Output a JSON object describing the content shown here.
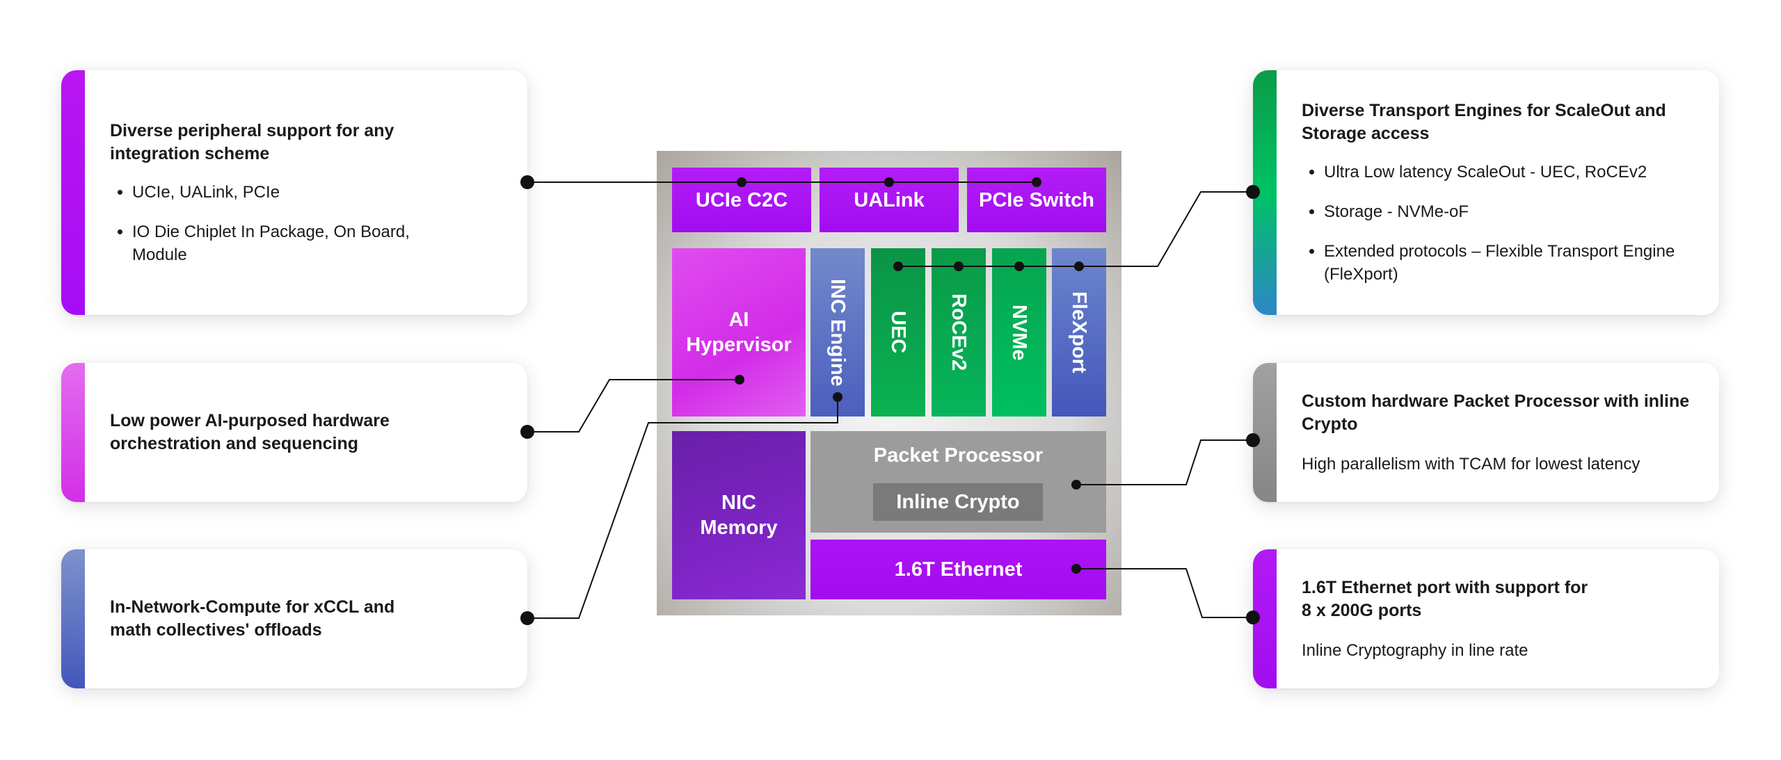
{
  "colors": {
    "purple": "#a90ff5",
    "pink_magenta": "#d83ce8",
    "indigo_blue": "#5667c0",
    "green": "#0ba14a",
    "gray": "#9c9c9c",
    "dark_purple": "#6a1fa5"
  },
  "chip": {
    "ucie": "UCIe C2C",
    "ualink": "UALink",
    "pcie_switch": "PCIe Switch",
    "ai_hypervisor": "AI\nHypervisor",
    "inc_engine": "INC Engine",
    "uec": "UEC",
    "rocev2": "RoCEv2",
    "nvme": "NVMe",
    "flexport": "FleXport",
    "nic_memory": "NIC\nMemory",
    "packet_processor": "Packet Processor",
    "inline_crypto": "Inline Crypto",
    "ethernet": "1.6T Ethernet"
  },
  "cards": {
    "peripheral": {
      "title": "Diverse peripheral support for any integration scheme",
      "bullets": [
        "UCIe, UALink, PCIe",
        "IO Die Chiplet In Package, On Board, Module"
      ]
    },
    "orchestration": {
      "title": "Low power AI-purposed hardware orchestration and sequencing"
    },
    "inc": {
      "title": "In-Network-Compute for xCCL and math collectives' offloads"
    },
    "transport": {
      "title": "Diverse Transport Engines for ScaleOut and Storage access",
      "bullets": [
        "Ultra Low latency ScaleOut - UEC, RoCEv2",
        "Storage - NVMe-oF",
        "Extended protocols – Flexible Transport Engine (FleXport)"
      ]
    },
    "packet": {
      "title": "Custom hardware Packet Processor with inline Crypto",
      "desc": "High parallelism with TCAM for lowest latency"
    },
    "ethernet": {
      "title": "1.6T Ethernet port with support for\n 8 x 200G ports",
      "desc": "Inline Cryptography in line rate"
    }
  }
}
